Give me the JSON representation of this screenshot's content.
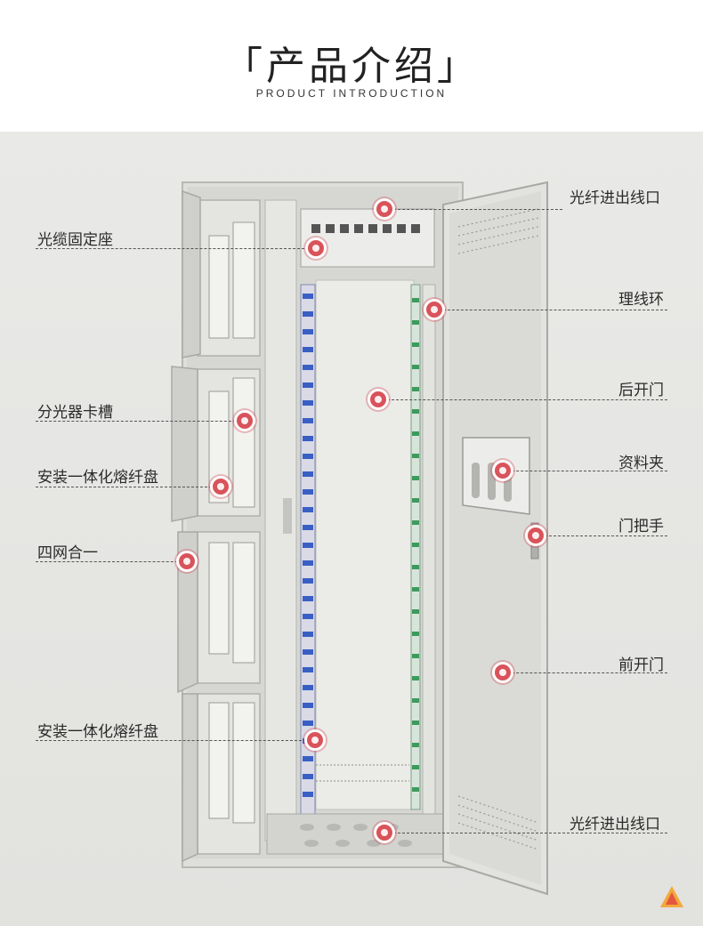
{
  "header": {
    "title": "「产品介绍」",
    "subtitle": "PRODUCT INTRODUCTION"
  },
  "labels": {
    "fiber_entry_top": "光纤进出线口",
    "cable_fixing_seat": "光缆固定座",
    "cable_ring": "理线环",
    "rear_door": "后开门",
    "splitter_slot": "分光器卡槽",
    "splice_tray_1": "安装一体化熔纤盘",
    "document_holder": "资料夹",
    "door_handle": "门把手",
    "four_in_one": "四网合一",
    "front_door": "前开门",
    "splice_tray_2": "安装一体化熔纤盘",
    "fiber_entry_bottom": "光纤进出线口"
  },
  "colors": {
    "marker": "#d9535a",
    "cabinet": "#dcdcd8",
    "adapter_blue": "#3a5fc4",
    "adapter_green": "#3d9a5c"
  }
}
